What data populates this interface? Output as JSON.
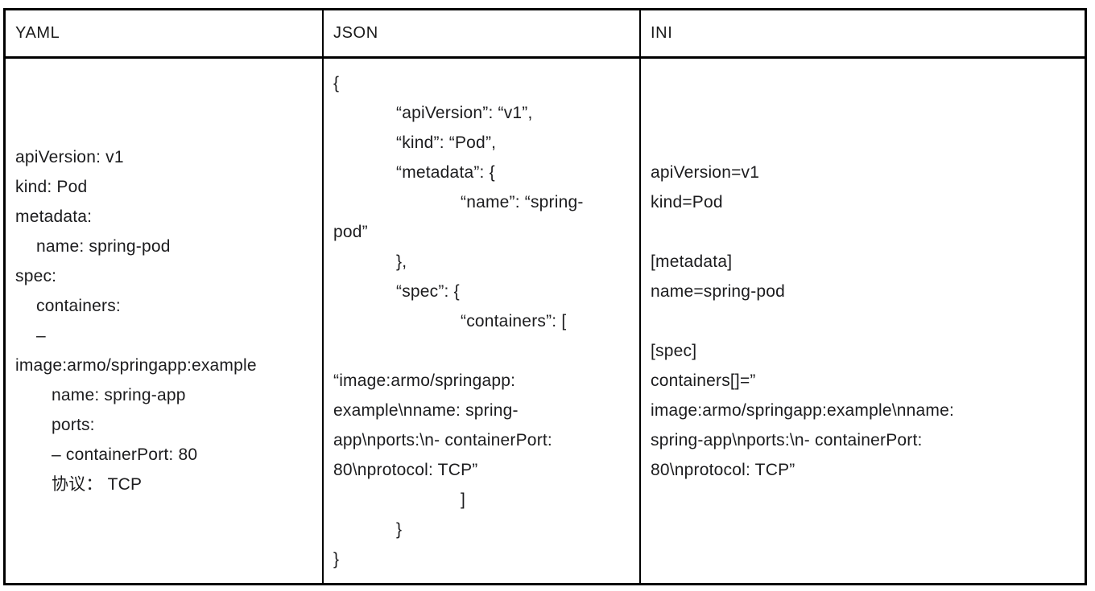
{
  "colors": {
    "background": "#ffffff",
    "border": "#000000",
    "text": "#1c1c1e"
  },
  "table": {
    "headers": [
      "YAML",
      "JSON",
      "INI"
    ],
    "columns": {
      "yaml": {
        "lines": [
          {
            "t": "apiVersion: v1",
            "i": 0
          },
          {
            "t": "kind: Pod",
            "i": 0
          },
          {
            "t": "metadata:",
            "i": 0
          },
          {
            "t": "name: spring-pod",
            "i": 1
          },
          {
            "t": "spec:",
            "i": 0
          },
          {
            "t": "containers:",
            "i": 1
          },
          {
            "t": "–",
            "i": 1
          },
          {
            "t": "image:armo/springapp:example",
            "i": 0
          },
          {
            "t": "name: spring-app",
            "i": 2
          },
          {
            "t": "ports:",
            "i": 2
          },
          {
            "t": "– containerPort: 80",
            "i": 2
          },
          {
            "t": "协议： TCP",
            "i": 2
          }
        ]
      },
      "json": {
        "lines": [
          {
            "t": "{",
            "i": 0
          },
          {
            "t": "“apiVersion”: “v1”,",
            "i": 1
          },
          {
            "t": "“kind”: “Pod”,",
            "i": 1
          },
          {
            "t": "“metadata”: {",
            "i": 1
          },
          {
            "t": "“name”: “spring-",
            "i": 2
          },
          {
            "t": "pod”",
            "i": 0
          },
          {
            "t": "},",
            "i": 1
          },
          {
            "t": "“spec”: {",
            "i": 1
          },
          {
            "t": "“containers”: [",
            "i": 2
          },
          {
            "t": "",
            "i": 0
          },
          {
            "t": "“image:armo/springapp:",
            "i": 0
          },
          {
            "t": "example\\nname: spring-",
            "i": 0
          },
          {
            "t": "app\\nports:\\n- containerPort:",
            "i": 0
          },
          {
            "t": "80\\nprotocol: TCP”",
            "i": 0
          },
          {
            "t": "]",
            "i": 2
          },
          {
            "t": "}",
            "i": 1
          },
          {
            "t": "}",
            "i": 0
          }
        ]
      },
      "ini": {
        "lines": [
          {
            "t": "apiVersion=v1",
            "i": 0
          },
          {
            "t": "kind=Pod",
            "i": 0
          },
          {
            "t": "",
            "i": 0
          },
          {
            "t": "[metadata]",
            "i": 0
          },
          {
            "t": "name=spring-pod",
            "i": 0
          },
          {
            "t": "",
            "i": 0
          },
          {
            "t": "[spec]",
            "i": 0
          },
          {
            "t": "containers[]=”",
            "i": 0
          },
          {
            "t": "image:armo/springapp:example\\nname:",
            "i": 0
          },
          {
            "t": "spring-app\\nports:\\n- containerPort:",
            "i": 0
          },
          {
            "t": "80\\nprotocol: TCP”",
            "i": 0
          }
        ]
      }
    }
  }
}
